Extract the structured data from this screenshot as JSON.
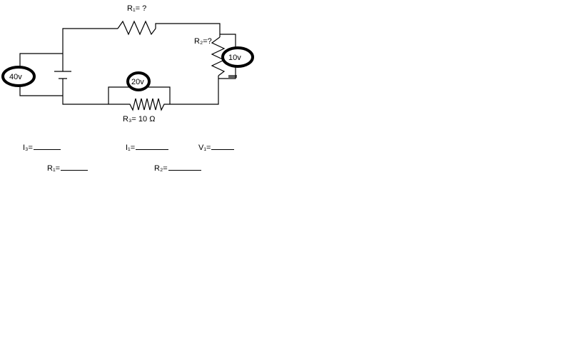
{
  "diagram": {
    "labels": {
      "r1": "R₁= ?",
      "r2": "R₂=?",
      "r3": "R₃= 10 Ω"
    },
    "voltages": {
      "source": "40v",
      "r2": "10v",
      "r3": "20v"
    }
  },
  "questions": {
    "i3": "I₃=",
    "i1": "I₁=",
    "v1": "V₁=",
    "r1": "R₁=",
    "r2": "R₂="
  }
}
